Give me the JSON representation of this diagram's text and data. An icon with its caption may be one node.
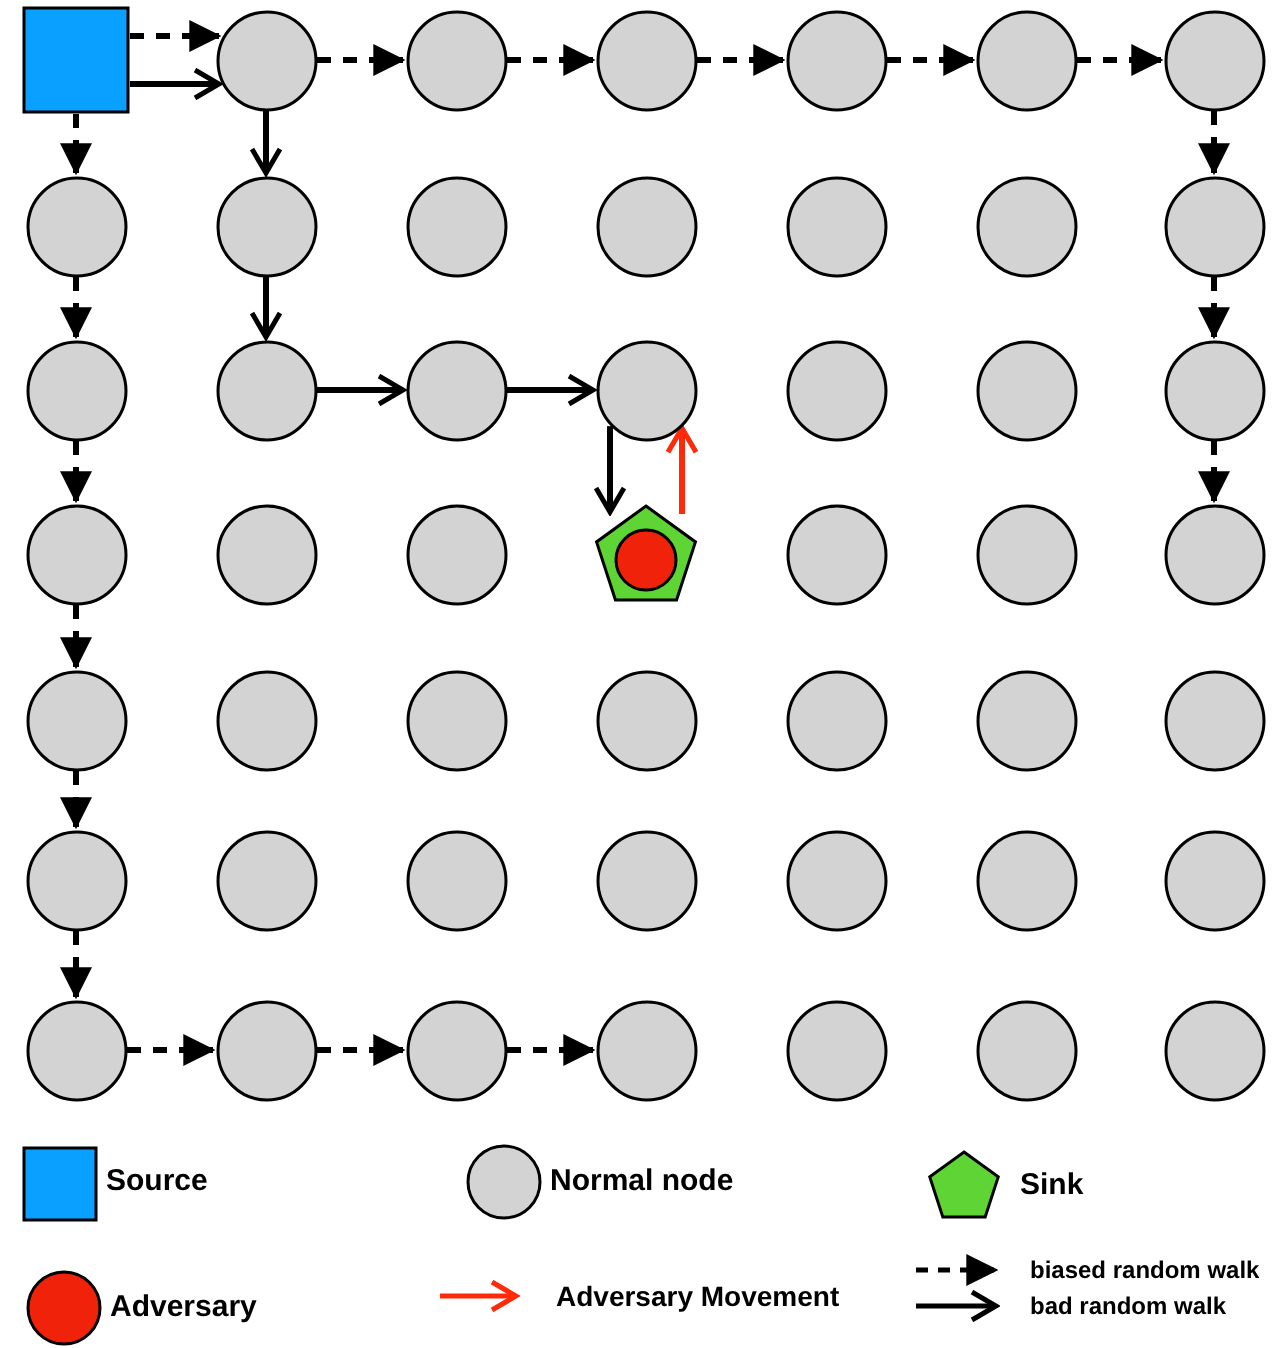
{
  "diagram": {
    "nodes": [
      {
        "text": [],
        "shape": "box"
      },
      {
        "text": [],
        "shape": "circle"
      },
      {
        "text": [],
        "shape": "circle"
      },
      {
        "text": [],
        "shape": "circle"
      },
      {
        "text": [],
        "shape": "circle"
      },
      {
        "text": [],
        "shape": "circle"
      },
      {
        "text": [],
        "shape": "circle"
      },
      {
        "text": [],
        "shape": "circle"
      },
      {
        "text": [],
        "shape": "circle"
      },
      {
        "text": [],
        "shape": "circle"
      },
      {
        "text": [],
        "shape": "circle"
      },
      {
        "text": [],
        "shape": "circle"
      },
      {
        "text": [],
        "shape": "circle"
      },
      {
        "text": [],
        "shape": "circle"
      },
      {
        "text": [],
        "shape": "circle"
      },
      {
        "text": [],
        "shape": "circle"
      },
      {
        "text": [],
        "shape": "circle"
      },
      {
        "text": [],
        "shape": "circle"
      },
      {
        "text": [],
        "shape": "circle"
      },
      {
        "text": [],
        "shape": "circle"
      },
      {
        "text": [],
        "shape": "circle"
      },
      {
        "text": [],
        "shape": "circle"
      },
      {
        "text": [],
        "shape": "circle"
      },
      {
        "text": [],
        "shape": "circle"
      },
      {
        "text": [],
        "shape": "pentagon"
      },
      {
        "text": [],
        "shape": "circle",
        "in": 24
      },
      {
        "text": [],
        "shape": "circle"
      },
      {
        "text": [],
        "shape": "circle"
      },
      {
        "text": [],
        "shape": "circle"
      },
      {
        "text": [],
        "shape": "circle"
      },
      {
        "text": [],
        "shape": "circle"
      },
      {
        "text": [],
        "shape": "circle"
      },
      {
        "text": [],
        "shape": "circle"
      },
      {
        "text": [],
        "shape": "circle"
      },
      {
        "text": [],
        "shape": "circle"
      },
      {
        "text": [],
        "shape": "circle"
      },
      {
        "text": [],
        "shape": "circle"
      },
      {
        "text": [],
        "shape": "circle"
      },
      {
        "text": [],
        "shape": "circle"
      },
      {
        "text": [],
        "shape": "circle"
      },
      {
        "text": [],
        "shape": "circle"
      },
      {
        "text": [],
        "shape": "circle"
      },
      {
        "text": [],
        "shape": "circle"
      },
      {
        "text": [],
        "shape": "circle"
      },
      {
        "text": [],
        "shape": "circle"
      },
      {
        "text": [],
        "shape": "circle"
      },
      {
        "text": [],
        "shape": "circle"
      },
      {
        "text": [],
        "shape": "circle"
      },
      {
        "text": [],
        "shape": "circle"
      },
      {
        "text": [],
        "shape": "circle"
      }
    ],
    "edges": [
      {
        "from": 0,
        "to": 1,
        "arrow": "to",
        "style": "dashed"
      },
      {
        "from": 0,
        "to": 1,
        "arrow": "to"
      },
      {
        "from": 0,
        "to": 7,
        "arrow": "to",
        "style": "dashed"
      },
      {
        "from": 7,
        "to": 14,
        "arrow": "to",
        "style": "dashed"
      },
      {
        "from": 14,
        "to": 21,
        "arrow": "to",
        "style": "dashed"
      },
      {
        "from": 21,
        "to": 29,
        "arrow": "to",
        "style": "dashed"
      },
      {
        "from": 29,
        "to": 36,
        "arrow": "to",
        "style": "dashed"
      },
      {
        "from": 36,
        "to": 43,
        "arrow": "to",
        "style": "dashed"
      },
      {
        "from": 43,
        "to": 44,
        "arrow": "to",
        "style": "dashed"
      },
      {
        "from": 44,
        "to": 45,
        "arrow": "to",
        "style": "dashed"
      },
      {
        "from": 45,
        "to": 46,
        "arrow": "to",
        "style": "dashed"
      },
      {
        "from": 1,
        "to": 2,
        "arrow": "to",
        "style": "dashed"
      },
      {
        "from": 2,
        "to": 3,
        "arrow": "to",
        "style": "dashed"
      },
      {
        "from": 3,
        "to": 4,
        "arrow": "to",
        "style": "dashed"
      },
      {
        "from": 4,
        "to": 5,
        "arrow": "to",
        "style": "dashed"
      },
      {
        "from": 5,
        "to": 6,
        "arrow": "to",
        "style": "dashed"
      },
      {
        "from": 6,
        "to": 13,
        "arrow": "to",
        "style": "dashed"
      },
      {
        "from": 13,
        "to": 20,
        "arrow": "to",
        "style": "dashed"
      },
      {
        "from": 20,
        "to": 28,
        "arrow": "to",
        "style": "dashed"
      },
      {
        "from": 1,
        "to": 8,
        "arrow": "to"
      },
      {
        "from": 8,
        "to": 15,
        "arrow": "to"
      },
      {
        "from": 15,
        "to": 16,
        "arrow": "to"
      },
      {
        "from": 16,
        "to": 17,
        "arrow": "to"
      },
      {
        "from": 17,
        "to": 24,
        "arrow": "to"
      },
      {
        "from": 24,
        "to": 17,
        "arrow": "to",
        "color": "#ff2a0a"
      }
    ],
    "legend": [
      {
        "text": "Source",
        "color": "#0aa0ff"
      },
      {
        "text": "Normal node",
        "color": "#d3d3d3"
      },
      {
        "text": "Sink",
        "color": "#5ed435"
      },
      {
        "text": "Adversary",
        "color": "#f0230a"
      },
      {
        "text": "Adversary Movement"
      },
      {
        "text": "biased random walk"
      },
      {
        "text": "bad random walk"
      }
    ]
  }
}
